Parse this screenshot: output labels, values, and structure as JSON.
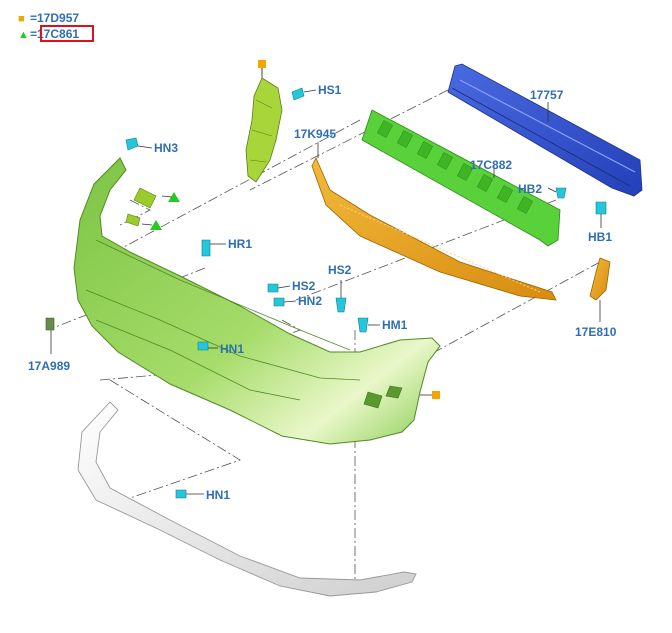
{
  "legend": {
    "square_symbol": "■",
    "square_code": "=17D957",
    "triangle_symbol": "▲",
    "triangle_code": "=17C861",
    "square_color": "#f5a400",
    "triangle_color": "#22cc22",
    "highlight_color": "#e0101a"
  },
  "parts": {
    "hs1": "HS1",
    "hn3": "HN3",
    "p17757": "17757",
    "p17k945": "17K945",
    "p17c882": "17C882",
    "hb2": "HB2",
    "hb1": "HB1",
    "hr1": "HR1",
    "hs2_top": "HS2",
    "hs2": "HS2",
    "hn2": "HN2",
    "hm1": "HM1",
    "hn1_mid": "HN1",
    "p17a989": "17A989",
    "p17e810": "17E810",
    "hn1_low": "HN1"
  },
  "colors": {
    "cover_green": "#8fd14f",
    "bracket_green": "#58d13a",
    "reinforcement_blue": "#3554d1",
    "absorber_orange": "#e8a21c",
    "lip_white": "#e6e6e6",
    "label_blue": "#2e6fb3",
    "clip_cyan": "#26c6da"
  }
}
